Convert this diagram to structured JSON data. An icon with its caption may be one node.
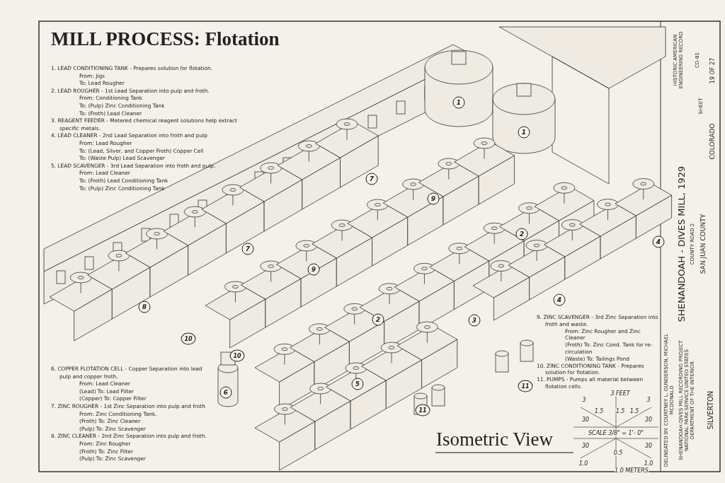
{
  "diagram": {
    "title": "MILL PROCESS: Flotation",
    "labels": [
      "1. LEAD CONDITIONING TANK - Prepares solution for flotation.",
      "From: Jigs",
      "To: Lead Rougher",
      "2. LEAD ROUGHER - 1st Lead Separation into pulp and froth.",
      "From: Conditioning Tank",
      "To: (Pulp) Zinc Conditioning Tank",
      "To: (Froth) Lead Cleaner",
      "3. REAGENT FEEDER - Metered chemical reagent solutions help extract specific metals.",
      "4. LEAD CLEANER - 2nd Lead Separation into froth and pulp",
      "From: Lead Rougher",
      "To: (Lead, Silver, and Copper Froth) Copper Cell",
      "To: (Waste Pulp) Lead Scavenger",
      "5. LEAD SCAVENGER - 3rd Lead Separation into froth and pulp.",
      "From: Lead Cleaner",
      "To: (Froth) Lead Conditioning Tank",
      "To: (Pulp) Zinc Conditioning Tank",
      "6. COPPER FLOTATION CELL - Copper Separation into lead pulp and copper froth.",
      "From: Lead Cleaner",
      "(Lead) To: Lead Filter",
      "(Copper) To: Copper Filter",
      "7. ZINC ROUGHER - 1st Zinc Separation into pulp and froth",
      "From: Zinc Conditioning Tank.",
      "(Froth) To: Zinc Cleaner",
      "(Pulp) To: Zinc Scavenger",
      "8. ZINC CLEANER - 2nd Zinc Separation into pulp and froth.",
      "From: Zinc Rougher",
      "(Froth) To: Zinc Filter",
      "(Pulp) To: Zinc Scavenger",
      "9. ZINC SCAVENGER - 3rd Zinc Separation into froth and waste.",
      "From: Zinc Rougher and Zinc Cleaner",
      "(Froth) To: Zinc Cond. Tank for re-circulation",
      "(Waste) To: Tailings Pond",
      "10. ZINC CONDITIONING TANK - Prepares solution for flotation.",
      "11. PUMPS - Pumps all material between flotation cells.",
      "3 FEET",
      "3",
      "3",
      "1.5",
      "1.5",
      "1.5",
      "30",
      "30",
      "SCALE 3/8\" = 1'- 0\"",
      "30",
      "30",
      "0.5",
      "1.0",
      "1.0",
      "1.0 METERS",
      "Isometric View",
      "1",
      "1",
      "7",
      "9",
      "2",
      "4",
      "7",
      "9",
      "4",
      "8",
      "2",
      "3",
      "10",
      "10",
      "5",
      "11",
      "6",
      "11",
      "DELINEATED BY: COURTNEY L. GUNDERSON, MICHAEL MCDONALD",
      "SHENANDOAH-DIVES MILL RECORDING PROJECT NATIONAL PARK SERVICE UNITED STATES DEPARTMENT OF THE INTERIOR",
      "SILVERTON",
      "SHENANDOAH - DIVES MILL, 1929",
      "COUNTY ROAD 2",
      "SAN JUAN COUNTY",
      "COLORADO",
      "SHEET",
      "19 OF 27",
      "HISTORIC AMERICAN ENGINEERING RECORD",
      "CO-91"
    ]
  }
}
